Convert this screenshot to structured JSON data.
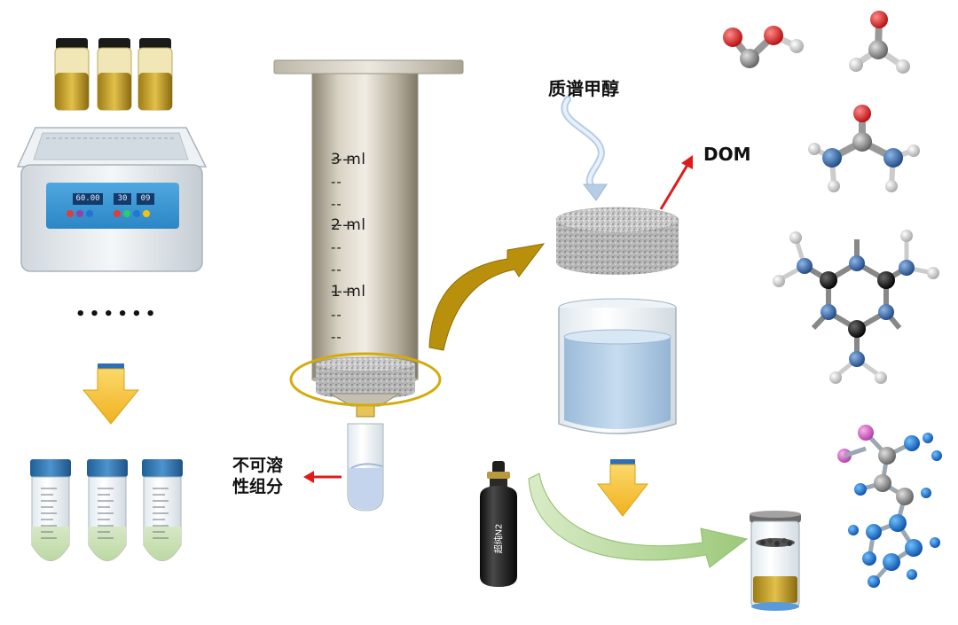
{
  "labels": {
    "methanol": "质谱甲醇",
    "dom": "DOM",
    "insoluble_line1": "不可溶",
    "insoluble_line2": "性组分",
    "ellipsis": "• • • • • •",
    "n2_bottle": "超纯N2"
  },
  "column": {
    "marks": [
      "3 ml",
      "2 ml",
      "1 ml"
    ],
    "mark_prefix": "----",
    "short_dash": "--"
  },
  "ultrasonic_bath": {
    "displays": [
      "60.00",
      "30",
      "09"
    ]
  },
  "colors": {
    "arrow_gold": "#b8900c",
    "arrow_red": "#e01b1b",
    "arrow_green": "#a6cf85",
    "yellow_arrow": "#f8c23a",
    "oxygen": "#d81d1d",
    "nitrogen": "#2d5d9e",
    "carbon": "#8a8a8a",
    "hydrogen": "#efefef"
  },
  "icons": [
    "wavy-arrow-icon",
    "down-arrow-icon",
    "red-arrow-icon",
    "curved-arrow-icon"
  ]
}
